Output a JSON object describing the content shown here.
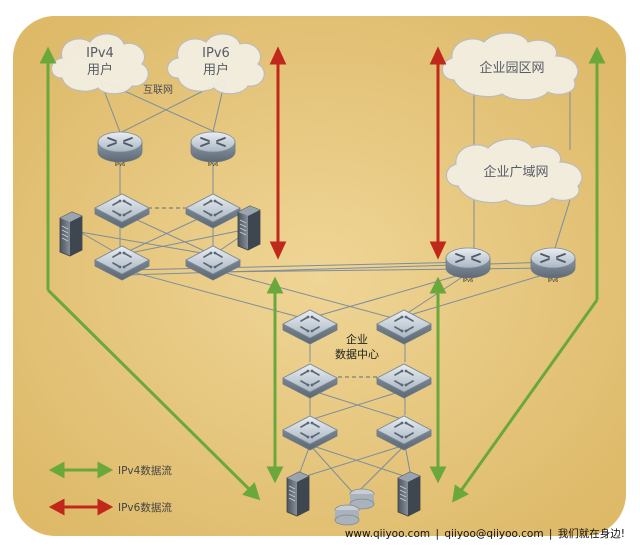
{
  "clouds": {
    "ipv4_users": [
      "IPv4",
      "用户"
    ],
    "ipv6_users": [
      "IPv6",
      "用户"
    ],
    "internet": "互联网",
    "campus": "企业园区网",
    "wan": "企业广域网"
  },
  "datacenter_label": [
    "企业",
    "数据中心"
  ],
  "router_tag": "IPv6",
  "legend": {
    "ipv4_flow": "IPv4数据流",
    "ipv6_flow": "IPv6数据流"
  },
  "colors": {
    "panel": "#e8c77a",
    "ipv4_arrow": "#6aa83c",
    "ipv6_arrow": "#c0281c",
    "line": "#7d8d9c"
  },
  "footer": {
    "site": "www.qiiyoo.com",
    "sep1": "|",
    "email": "qiiyoo@qiiyoo.com",
    "sep2": "|",
    "slogan": "我们就在身边!"
  }
}
